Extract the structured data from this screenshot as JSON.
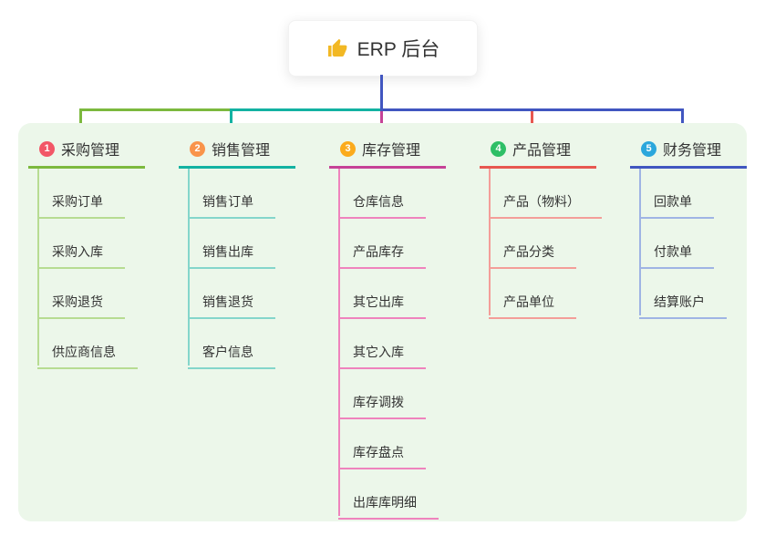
{
  "root": {
    "label": "ERP 后台",
    "icon": "thumbs-up-icon",
    "icon_color": "#f2b824",
    "connector_color": "#4156c0"
  },
  "canvas": {
    "page_bg": "#ffffff",
    "panel_bg": "#ecf7ea",
    "text_color": "#333333"
  },
  "connectors": {
    "bus_left_color": "#7cb93e",
    "bus_mid_color": "#13b2a2",
    "bus_right_color": "#4156c0"
  },
  "branches": [
    {
      "number": "1",
      "title": "采购管理",
      "badge_color": "#f25767",
      "line_color": "#7cb93e",
      "child_line_color": "#b7dc92",
      "children": [
        "采购订单",
        "采购入库",
        "采购退货",
        "供应商信息"
      ]
    },
    {
      "number": "2",
      "title": "销售管理",
      "badge_color": "#f9944a",
      "line_color": "#13b2a2",
      "child_line_color": "#84d6cb",
      "children": [
        "销售订单",
        "销售出库",
        "销售退货",
        "客户信息"
      ]
    },
    {
      "number": "3",
      "title": "库存管理",
      "badge_color": "#fbab1c",
      "line_color": "#c64297",
      "child_line_color": "#ef83bd",
      "children": [
        "仓库信息",
        "产品库存",
        "其它出库",
        "其它入库",
        "库存调拨",
        "库存盘点",
        "出库库明细"
      ]
    },
    {
      "number": "4",
      "title": "产品管理",
      "badge_color": "#2ebf66",
      "line_color": "#e75750",
      "child_line_color": "#f49e99",
      "children": [
        "产品（物料）",
        "产品分类",
        "产品单位"
      ]
    },
    {
      "number": "5",
      "title": "财务管理",
      "badge_color": "#2ba7dc",
      "line_color": "#4156c0",
      "child_line_color": "#9fb4e4",
      "children": [
        "回款单",
        "付款单",
        "结算账户"
      ]
    }
  ]
}
